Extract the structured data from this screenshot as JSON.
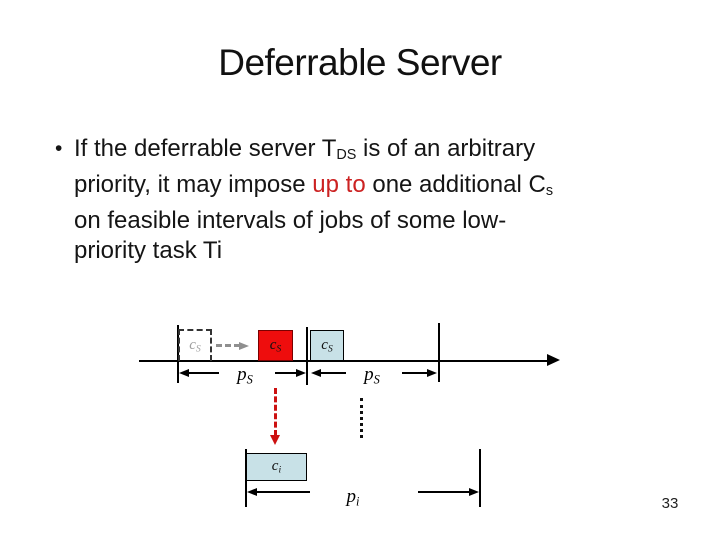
{
  "slide": {
    "title": "Deferrable Server",
    "page_number": "33"
  },
  "bullet": {
    "marker": "•",
    "lines": [
      [
        {
          "t": "If the deferrable server T"
        },
        {
          "t": "DS",
          "s": "sub"
        },
        {
          "t": " is of an arbitrary"
        }
      ],
      [
        {
          "t": "priority, it may impose "
        },
        {
          "t": "up to",
          "s": "red"
        },
        {
          "t": " one additional C"
        },
        {
          "t": "s",
          "s": "sub"
        }
      ],
      [
        {
          "t": "on feasible intervals of jobs of some low-"
        }
      ],
      [
        {
          "t": "priority task Ti"
        }
      ]
    ]
  },
  "diagram": {
    "server_row": {
      "deferred_box_label": [
        {
          "t": "c",
          "s": "it"
        },
        {
          "t": "S",
          "s": "itsub"
        }
      ],
      "red_box_label": [
        {
          "t": "c",
          "s": "it"
        },
        {
          "t": "S",
          "s": "itsub"
        }
      ],
      "blue_box_label": [
        {
          "t": "c",
          "s": "it"
        },
        {
          "t": "S",
          "s": "itsub"
        }
      ],
      "period_label_1": [
        {
          "t": "p",
          "s": "it"
        },
        {
          "t": "S",
          "s": "itsub"
        }
      ],
      "period_label_2": [
        {
          "t": "p",
          "s": "it"
        },
        {
          "t": "S",
          "s": "itsub"
        }
      ]
    },
    "task_row": {
      "exec_box_label": [
        {
          "t": "c",
          "s": "it"
        },
        {
          "t": "i",
          "s": "itsub"
        }
      ],
      "period_label": [
        {
          "t": "p",
          "s": "it"
        },
        {
          "t": "i",
          "s": "itsub"
        }
      ]
    },
    "colors": {
      "red_box": "#ee0d0d",
      "light_blue_box": "#c8e1e7",
      "deferred_arrow_gray": "#8f8f8f",
      "impose_arrow_red": "#cc1111",
      "highlight_red_text": "#cc2222"
    }
  }
}
